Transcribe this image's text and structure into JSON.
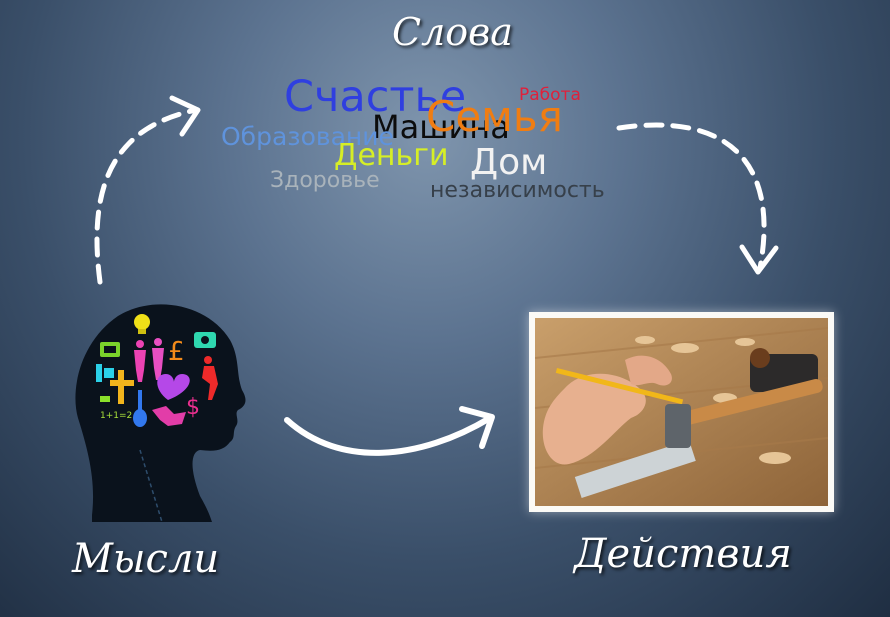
{
  "labels": {
    "words": "Слова",
    "thoughts": "Мысли",
    "actions": "Действия"
  },
  "word_cloud": {
    "happiness": "Счастье",
    "work": "Работа",
    "car": "Машина",
    "family": "Семья",
    "education": "Образование",
    "money": "Деньги",
    "home": "Дом",
    "health": "Здоровье",
    "independence": "независимость"
  },
  "head_icons": {
    "equation": "1+1=2"
  },
  "colors": {
    "background_center": "#7f95ad",
    "background_edge": "#1f2e42",
    "label_text": "#ffffff",
    "arrow": "#ffffff",
    "word_happiness": "#2f3fe0",
    "word_work": "#e0203a",
    "word_car": "#0c0c0c",
    "word_family": "#f07d12",
    "word_education": "#5f93dc",
    "word_money": "#d6ee26",
    "word_home": "#f2f2f2",
    "word_health": "#a9b3bb",
    "word_independence": "#37404a"
  },
  "icons": [
    "dashed-arrow-icon",
    "curved-arrow-icon",
    "lightbulb-icon",
    "tv-icon",
    "pound-icon",
    "camera-icon",
    "cross-icon",
    "heart-icon",
    "guitar-icon",
    "dollar-icon",
    "people-icon",
    "hammer-icon",
    "pencil-icon"
  ]
}
